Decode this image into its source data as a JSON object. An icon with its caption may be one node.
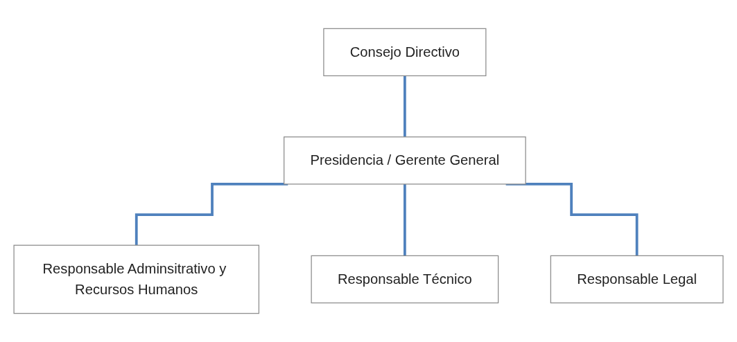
{
  "diagram": {
    "nodes": [
      {
        "text": [
          "Consejo Directivo"
        ]
      },
      {
        "text": [
          "Presidencia / Gerente General"
        ]
      },
      {
        "text": [
          "Responsable Adminsitrativo y Recursos Humanos"
        ]
      },
      {
        "text": [
          "Responsable Técnico"
        ]
      },
      {
        "text": [
          "Responsable Legal"
        ]
      }
    ],
    "edges": [
      {
        "from": 0,
        "to": 1,
        "arrow": "none"
      },
      {
        "from": 1,
        "to": 2,
        "arrow": "none"
      },
      {
        "from": 1,
        "to": 3,
        "arrow": "none"
      },
      {
        "from": 1,
        "to": 4,
        "arrow": "none"
      }
    ]
  }
}
